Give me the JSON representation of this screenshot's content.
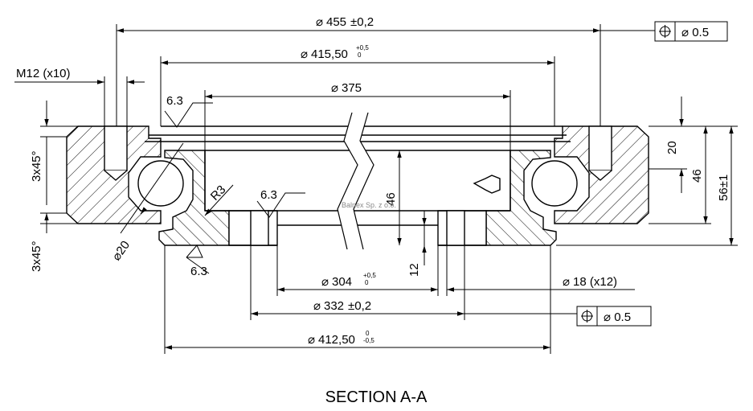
{
  "title": "SECTION A-A",
  "watermark": "Balnex Sp. z o.o.",
  "dimensions": {
    "d455": {
      "symbol": "⌀",
      "value": "455",
      "tol": "±0,2"
    },
    "d415": {
      "symbol": "⌀",
      "value": "415,50",
      "tol_upper": "+0,5",
      "tol_lower": "0"
    },
    "d375": {
      "symbol": "⌀",
      "value": "375"
    },
    "d304": {
      "symbol": "⌀",
      "value": "304",
      "tol_upper": "+0,5",
      "tol_lower": "0"
    },
    "d332": {
      "symbol": "⌀",
      "value": "332",
      "tol": "±0,2"
    },
    "d412": {
      "symbol": "⌀",
      "value": "412,50",
      "tol_upper": "0",
      "tol_lower": "-0,5"
    },
    "d18": {
      "symbol": "⌀",
      "value": "18 (x12)"
    },
    "d20": "⌀20",
    "thread": "M12 (x10)",
    "chamfer_top": "3x45°",
    "chamfer_bottom": "3x45°",
    "radius": "R3",
    "h20": "20",
    "h46_right": "46",
    "h56": "56±1",
    "h46_center": "46",
    "h12": "12"
  },
  "roughness": {
    "top": "6.3",
    "mid": "6.3",
    "bottom": "6.3"
  },
  "tolerance_frames": [
    {
      "symbol": "⌖",
      "zone": "⌀ 0.5"
    },
    {
      "symbol": "⌖",
      "zone": "⌀ 0.5"
    }
  ]
}
